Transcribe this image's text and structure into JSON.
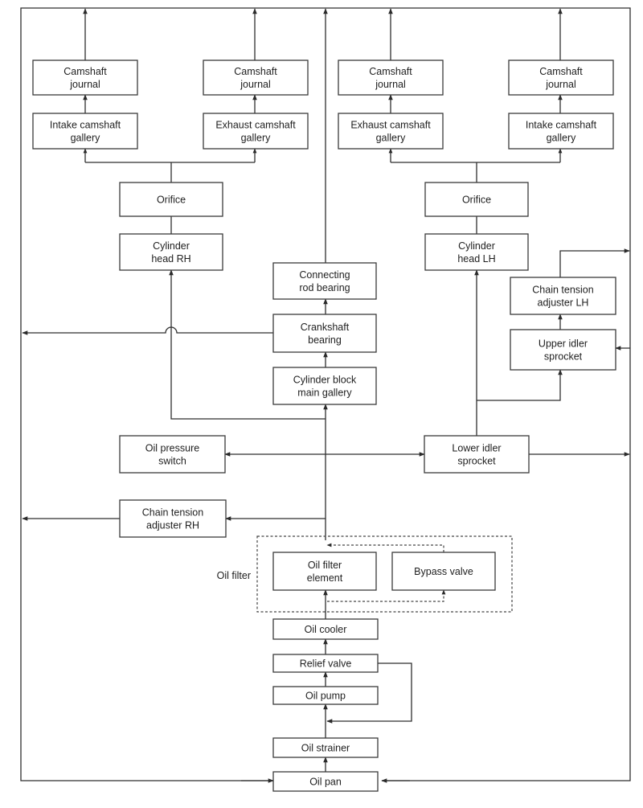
{
  "boxes": {
    "camshaft_journal_1": [
      "Camshaft",
      "journal"
    ],
    "camshaft_journal_2": [
      "Camshaft",
      "journal"
    ],
    "camshaft_journal_3": [
      "Camshaft",
      "journal"
    ],
    "camshaft_journal_4": [
      "Camshaft",
      "journal"
    ],
    "intake_camshaft_gallery_rh": [
      "Intake camshaft",
      "gallery"
    ],
    "exhaust_camshaft_gallery_rh": [
      "Exhaust camshaft",
      "gallery"
    ],
    "exhaust_camshaft_gallery_lh": [
      "Exhaust camshaft",
      "gallery"
    ],
    "intake_camshaft_gallery_lh": [
      "Intake camshaft",
      "gallery"
    ],
    "orifice_rh": [
      "Orifice"
    ],
    "orifice_lh": [
      "Orifice"
    ],
    "cylinder_head_rh": [
      "Cylinder",
      "head RH"
    ],
    "cylinder_head_lh": [
      "Cylinder",
      "head LH"
    ],
    "connecting_rod_bearing": [
      "Connecting",
      "rod bearing"
    ],
    "crankshaft_bearing": [
      "Crankshaft",
      "bearing"
    ],
    "cylinder_block_main_gallery": [
      "Cylinder block",
      "main gallery"
    ],
    "chain_tension_adjuster_lh": [
      "Chain tension",
      "adjuster LH"
    ],
    "upper_idler_sprocket": [
      "Upper idler",
      "sprocket"
    ],
    "oil_pressure_switch": [
      "Oil pressure",
      "switch"
    ],
    "lower_idler_sprocket": [
      "Lower idler",
      "sprocket"
    ],
    "chain_tension_adjuster_rh": [
      "Chain tension",
      "adjuster RH"
    ],
    "oil_filter_element": [
      "Oil filter",
      "element"
    ],
    "bypass_valve": [
      "Bypass valve"
    ],
    "oil_cooler": [
      "Oil cooler"
    ],
    "relief_valve": [
      "Relief valve"
    ],
    "oil_pump": [
      "Oil pump"
    ],
    "oil_strainer": [
      "Oil strainer"
    ],
    "oil_pan": [
      "Oil pan"
    ]
  },
  "group_labels": {
    "oil_filter": "Oil filter"
  }
}
